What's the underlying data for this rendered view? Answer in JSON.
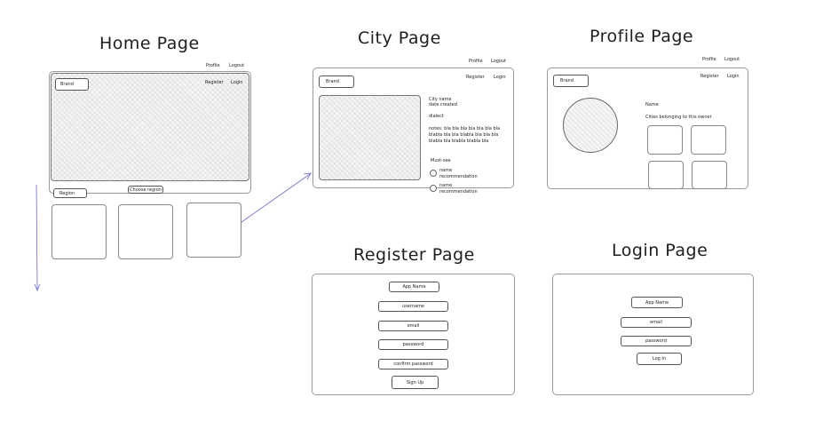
{
  "home": {
    "title": "Home Page",
    "nav_top": [
      "Profile",
      "Logout"
    ],
    "nav": [
      "Register",
      "Login"
    ],
    "brand": "Brand",
    "region": "Region",
    "choose_region": "Choose region"
  },
  "city": {
    "title": "City Page",
    "nav_top": [
      "Profile",
      "Logout"
    ],
    "nav": [
      "Register",
      "Login"
    ],
    "brand": "Brand",
    "city_name": "City name",
    "date_created": "date created",
    "dialect": "dialect",
    "notes": "notes: bla bla bla bla bla bla bla blabla bla bla blabla bla bla bla blabla bla blabla blabla bla",
    "must_see": "Must-see",
    "recommendations": [
      "name recommendation",
      "name recommendation"
    ]
  },
  "profile": {
    "title": "Profile Page",
    "nav_top": [
      "Profile",
      "Logout"
    ],
    "nav": [
      "Register",
      "Login"
    ],
    "brand": "Brand",
    "name": "Name",
    "cities_label": "Cities belonging to this owner"
  },
  "register": {
    "title": "Register Page",
    "app_name": "App Name",
    "username": "username",
    "email": "email",
    "password": "password",
    "confirm_password": "confirm password",
    "signup": "Sign Up"
  },
  "login": {
    "title": "Login Page",
    "app_name": "App Name",
    "email": "email",
    "password": "password",
    "login": "Log In"
  }
}
